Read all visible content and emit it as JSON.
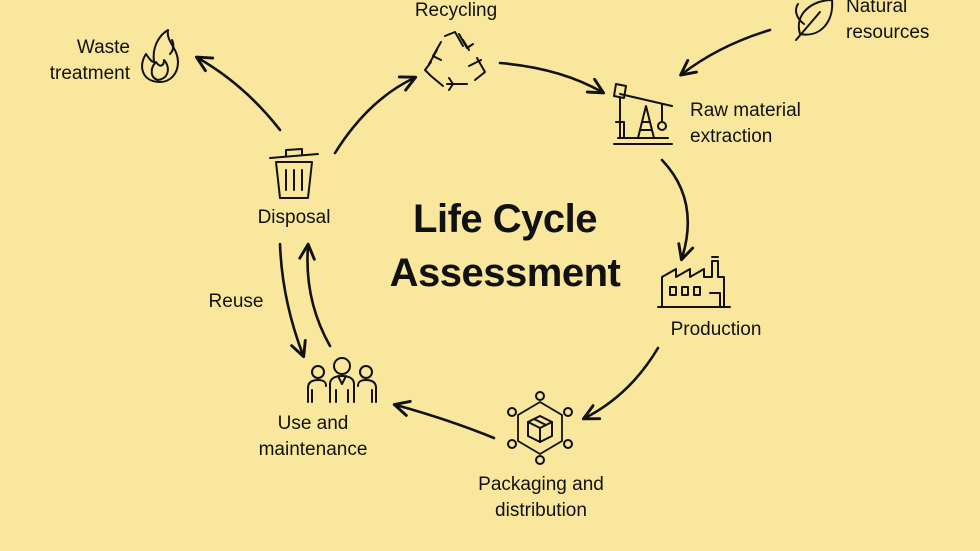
{
  "title": {
    "line1": "Life Cycle",
    "line2": "Assessment"
  },
  "nodes": {
    "recycling": "Recycling",
    "natural_resources": [
      "Natural",
      "resources"
    ],
    "waste_treatment": [
      "Waste",
      "treatment"
    ],
    "raw_material": [
      "Raw material",
      "extraction"
    ],
    "disposal": "Disposal",
    "production": "Production",
    "reuse": "Reuse",
    "use_maintenance": [
      "Use and",
      "maintenance"
    ],
    "packaging": [
      "Packaging and",
      "distribution"
    ]
  },
  "icons": {
    "recycling": "recycle-icon",
    "natural_resources": "leaf-icon",
    "waste_treatment": "flame-icon",
    "raw_material": "oil-pump-icon",
    "disposal": "trash-bin-icon",
    "production": "factory-icon",
    "use_maintenance": "people-icon",
    "packaging": "package-network-icon"
  },
  "colors": {
    "background": "#f9e79d",
    "ink": "#111111"
  }
}
